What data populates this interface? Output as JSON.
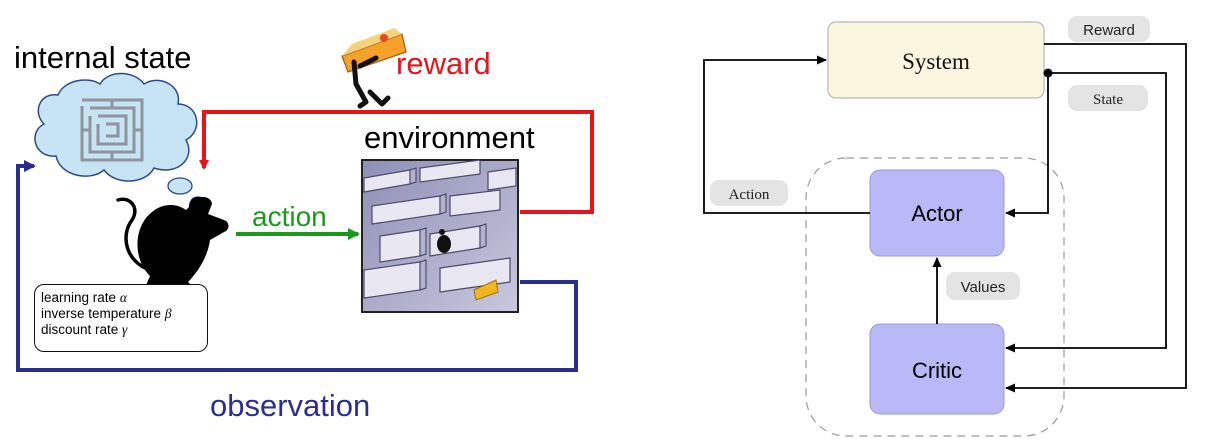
{
  "left_diagram": {
    "internal_state_label": "internal state",
    "reward_label": "reward",
    "environment_label": "environment",
    "action_label": "action",
    "observation_label": "observation",
    "parameters": [
      {
        "text": "learning rate ",
        "symbol": "α"
      },
      {
        "text": "inverse temperature ",
        "symbol": "β"
      },
      {
        "text": "discount rate ",
        "symbol": "γ"
      }
    ]
  },
  "right_diagram": {
    "system_label": "System",
    "actor_label": "Actor",
    "critic_label": "Critic",
    "reward_tag": "Reward",
    "state_tag": "State",
    "action_tag": "Action",
    "values_tag": "Values"
  },
  "colors": {
    "reward": "#e8141b",
    "action": "#1a9a1a",
    "observation": "#2b2e8c",
    "system_fill": "#fbf6e0",
    "agent_fill": "#b9b9f7",
    "tag_fill": "#e4e4e4",
    "cloud_fill": "#c6e4f4"
  }
}
